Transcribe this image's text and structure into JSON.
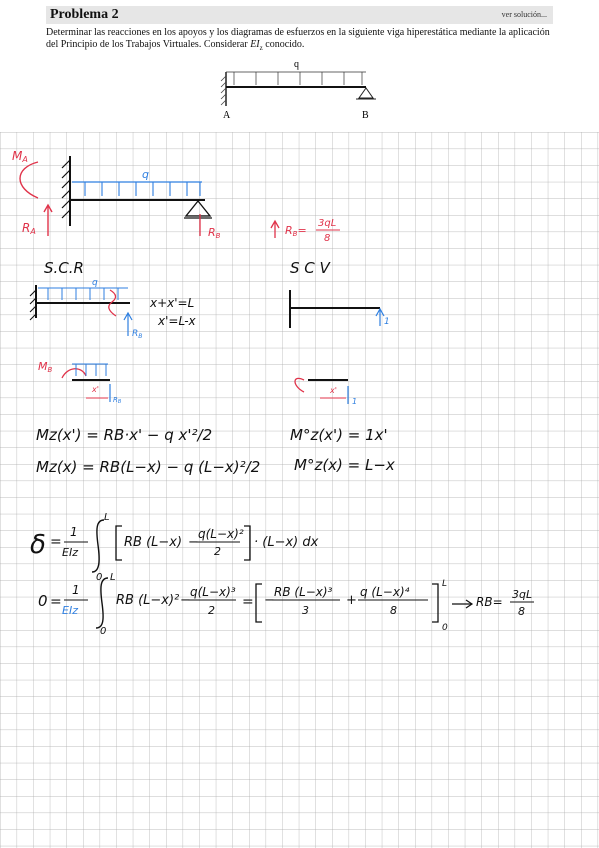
{
  "header": {
    "title": "Problema 2",
    "solution_link": "ver solución...",
    "statement_text": "Determinar las reacciones en los apoyos y los diagramas de esfuerzos en la siguiente viga hiperestática mediante la aplicación del Principio de los Trabajos Virtuales. Considerar ",
    "statement_ei": "EI",
    "statement_sub": "z",
    "statement_end": " conocido.",
    "load_label": "q",
    "support_a": "A",
    "support_b": "B"
  },
  "notes": {
    "ma": "M",
    "ma_sub": "A",
    "ra": "R",
    "ra_sub": "A",
    "rb": "R",
    "rb_sub": "B",
    "q": "q",
    "rb_result_lhs": "R",
    "rb_result_sub": "B",
    "rb_result_eq": "=",
    "rb_result_num": "3qL",
    "rb_result_den": "8",
    "scr": "S.C.R",
    "scv": "S C V",
    "x_rel1": "x+x'=L",
    "x_rel2": "x'=L-x",
    "unit_load": "1",
    "mb": "M",
    "mb_sub": "B",
    "xprime": "x'",
    "eq1": "Mz(x') = RB·x' − q x'²/2",
    "eq2": "Mz(x) = RB(L−x) − q (L−x)²/2",
    "eq3": "M°z(x') = 1x'",
    "eq4": "M°z(x) = L−x",
    "delta": "δ",
    "frac_1": "1",
    "ei_z": "EIz",
    "integral_upper": "L",
    "integral_lower": "0",
    "delta_body_1": "RB (L−x)",
    "delta_body_2": "q(L−x)²",
    "delta_body_3": "· (L−x) dx",
    "zero": "0",
    "eq_c1": "RB (L−x)²",
    "eq_c2": "q(L−x)³",
    "eq_c3": "RB (L−x)³",
    "eq_c4": "q (L−x)⁴",
    "den_2": "2",
    "den_3": "3",
    "den_8": "8",
    "minus": "−",
    "plus": "+",
    "equals": "=",
    "arrow_res": "RB=",
    "res_num": "3qL",
    "res_den": "8"
  },
  "colors": {
    "grid": "#a8a8a8",
    "ink": "#111111",
    "blue": "#2f7fe0",
    "red": "#e0334a",
    "title_bg": "#e6e6e6"
  }
}
